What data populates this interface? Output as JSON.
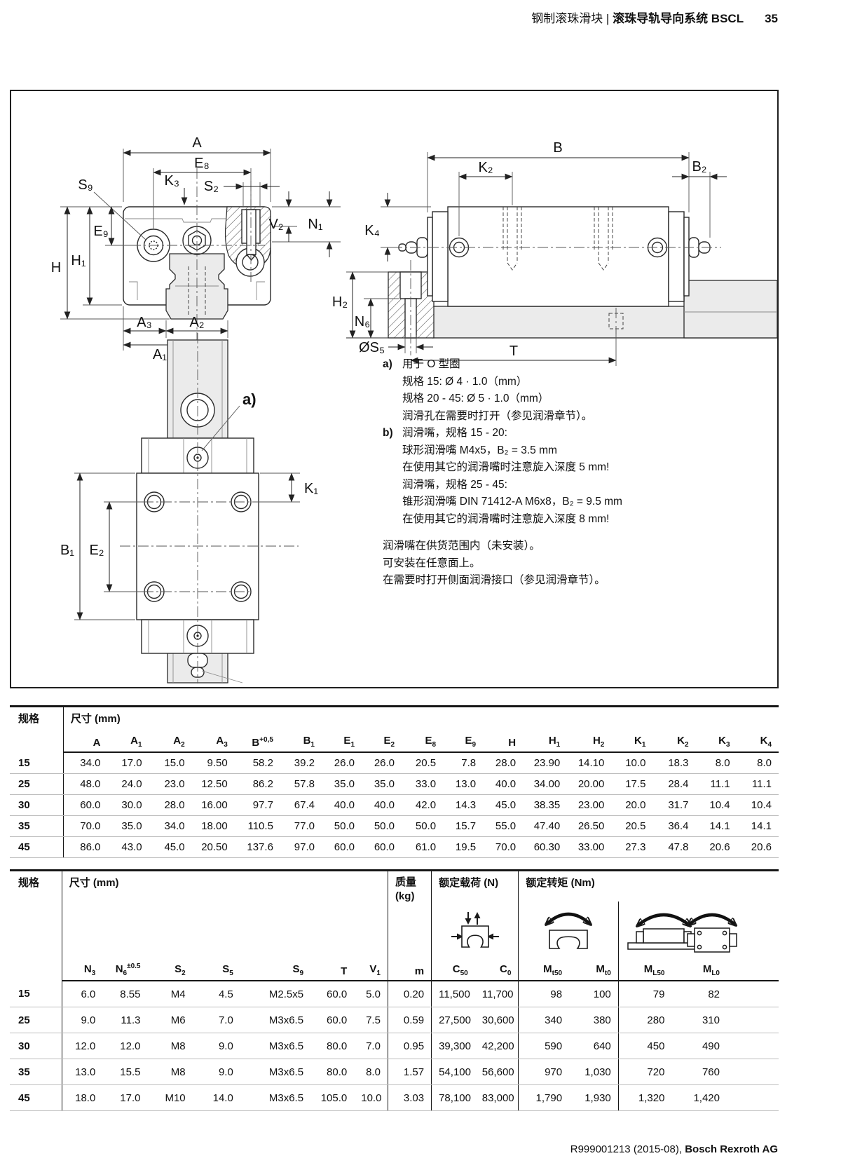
{
  "page": {
    "header_title_regular": "钢制滚珠滑块 | ",
    "header_title_bold": "滚珠导轨导向系统 BSCL",
    "page_number": "35",
    "footer_code": "R999001213 (2015-08), ",
    "footer_company": "Bosch Rexroth AG"
  },
  "drawing": {
    "front_labels": {
      "A": "A",
      "E8": "E₈",
      "S2": "S₂",
      "K3": "K₃",
      "S9": "S₉",
      "E9": "E₉",
      "H": "H",
      "H1": "H₁",
      "V2": "V₂",
      "N1": "N₁",
      "A3": "A₃",
      "A2": "A₂",
      "A1": "A₁"
    },
    "side_labels": {
      "B": "B",
      "K2": "K₂",
      "B2": "B₂",
      "K4": "K₄",
      "H2": "H₂",
      "N6": "N₆",
      "S5": "ØS₅",
      "T": "T"
    },
    "top_labels": {
      "a": "a)",
      "K1": "K₁",
      "B1": "B₁",
      "E2": "E₂"
    },
    "notes": {
      "a_marker": "a)",
      "a_lines": [
        "用于 O 型圈",
        "规格 15: Ø 4 · 1.0（mm）",
        "规格 20 - 45: Ø 5 · 1.0（mm）",
        "润滑孔在需要时打开（参见润滑章节）。"
      ],
      "b_marker": "b)",
      "b_lines": [
        "润滑嘴，规格 15 - 20:",
        "球形润滑嘴 M4x5，B₂ = 3.5 mm",
        "在使用其它的润滑嘴时注意旋入深度 5 mm!",
        "润滑嘴，规格 25 - 45:",
        "锥形润滑嘴 DIN 71412-A M6x8，B₂ = 9.5 mm",
        "在使用其它的润滑嘴时注意旋入深度 8 mm!"
      ],
      "general_lines": [
        "润滑嘴在供货范围内（未安装）。",
        "可安装在任意面上。",
        "在需要时打开侧面润滑接口（参见润滑章节）。"
      ]
    }
  },
  "table1": {
    "group_label": "规格",
    "dim_label": "尺寸 (mm)",
    "headers": [
      "A",
      "A_{1}",
      "A_{2}",
      "A_{3}",
      "B^{+0,5}",
      "B_{1}",
      "E_{1}",
      "E_{2}",
      "E_{8}",
      "E_{9}",
      "H",
      "H_{1}",
      "H_{2}",
      "K_{1}",
      "K_{2}",
      "K_{3}",
      "K_{4}"
    ],
    "rows": [
      {
        "size": "15",
        "values": [
          "34.0",
          "17.0",
          "15.0",
          "9.50",
          "58.2",
          "39.2",
          "26.0",
          "26.0",
          "20.5",
          "7.8",
          "28.0",
          "23.90",
          "14.10",
          "10.0",
          "18.3",
          "8.0",
          "8.0"
        ]
      },
      {
        "size": "25",
        "values": [
          "48.0",
          "24.0",
          "23.0",
          "12.50",
          "86.2",
          "57.8",
          "35.0",
          "35.0",
          "33.0",
          "13.0",
          "40.0",
          "34.00",
          "20.00",
          "17.5",
          "28.4",
          "11.1",
          "11.1"
        ]
      },
      {
        "size": "30",
        "values": [
          "60.0",
          "30.0",
          "28.0",
          "16.00",
          "97.7",
          "67.4",
          "40.0",
          "40.0",
          "42.0",
          "14.3",
          "45.0",
          "38.35",
          "23.00",
          "20.0",
          "31.7",
          "10.4",
          "10.4"
        ]
      },
      {
        "size": "35",
        "values": [
          "70.0",
          "35.0",
          "34.0",
          "18.00",
          "110.5",
          "77.0",
          "50.0",
          "50.0",
          "50.0",
          "15.7",
          "55.0",
          "47.40",
          "26.50",
          "20.5",
          "36.4",
          "14.1",
          "14.1"
        ]
      },
      {
        "size": "45",
        "values": [
          "86.0",
          "43.0",
          "45.0",
          "20.50",
          "137.6",
          "97.0",
          "60.0",
          "60.0",
          "61.0",
          "19.5",
          "70.0",
          "60.30",
          "33.00",
          "27.3",
          "47.8",
          "20.6",
          "20.6"
        ]
      }
    ]
  },
  "table2": {
    "group_label": "规格",
    "dim_label": "尺寸 (mm)",
    "mass_label_1": "质量",
    "mass_label_2": "(kg)",
    "load_label": "额定载荷 (N)",
    "torque_label": "额定转矩 (Nm)",
    "headers_dim": [
      "N_{3}",
      "N_{6}^{±0.5}",
      "S_{2}",
      "S_{5}",
      "S_{9}",
      "T",
      "V_{1}"
    ],
    "header_mass": "m",
    "headers_load": [
      "C_{50}",
      "C_{0}"
    ],
    "headers_torque": [
      "M_{t50}",
      "M_{t0}",
      "M_{L50}",
      "M_{L0}"
    ],
    "rows": [
      {
        "size": "15",
        "dims": [
          "6.0",
          "8.55",
          "M4",
          "4.5",
          "M2.5x5",
          "60.0",
          "5.0"
        ],
        "mass": "0.20",
        "load": [
          "11,500",
          "11,700"
        ],
        "torque": [
          "98",
          "100",
          "79",
          "82"
        ]
      },
      {
        "size": "25",
        "dims": [
          "9.0",
          "11.3",
          "M6",
          "7.0",
          "M3x6.5",
          "60.0",
          "7.5"
        ],
        "mass": "0.59",
        "load": [
          "27,500",
          "30,600"
        ],
        "torque": [
          "340",
          "380",
          "280",
          "310"
        ]
      },
      {
        "size": "30",
        "dims": [
          "12.0",
          "12.0",
          "M8",
          "9.0",
          "M3x6.5",
          "80.0",
          "7.0"
        ],
        "mass": "0.95",
        "load": [
          "39,300",
          "42,200"
        ],
        "torque": [
          "590",
          "640",
          "450",
          "490"
        ]
      },
      {
        "size": "35",
        "dims": [
          "13.0",
          "15.5",
          "M8",
          "9.0",
          "M3x6.5",
          "80.0",
          "8.0"
        ],
        "mass": "1.57",
        "load": [
          "54,100",
          "56,600"
        ],
        "torque": [
          "970",
          "1,030",
          "720",
          "760"
        ]
      },
      {
        "size": "45",
        "dims": [
          "18.0",
          "17.0",
          "M10",
          "14.0",
          "M3x6.5",
          "105.0",
          "10.0"
        ],
        "mass": "3.03",
        "load": [
          "78,100",
          "83,000"
        ],
        "torque": [
          "1,790",
          "1,930",
          "1,320",
          "1,420"
        ]
      }
    ]
  },
  "icons": {
    "load": "load-direction-icon",
    "torque_mt": "torque-mt-icon",
    "torque_ml50": "torque-ml50-icon",
    "torque_ml0": "torque-ml0-icon"
  }
}
